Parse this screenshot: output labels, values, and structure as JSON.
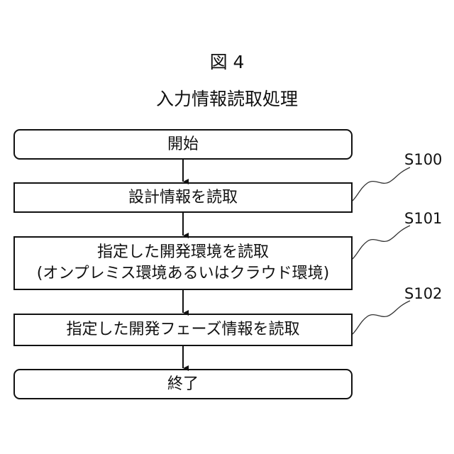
{
  "figure": {
    "figure_label": "図 4",
    "process_title": "入力情報読取処理"
  },
  "flowchart": {
    "start": "開始",
    "steps": [
      {
        "id": "S100",
        "lines": [
          "設計情報を読取"
        ]
      },
      {
        "id": "S101",
        "lines": [
          "指定した開発環境を読取",
          "(オンプレミス環境あるいはクラウド環境)"
        ]
      },
      {
        "id": "S102",
        "lines": [
          "指定した開発フェーズ情報を読取"
        ]
      }
    ],
    "end": "終了"
  }
}
